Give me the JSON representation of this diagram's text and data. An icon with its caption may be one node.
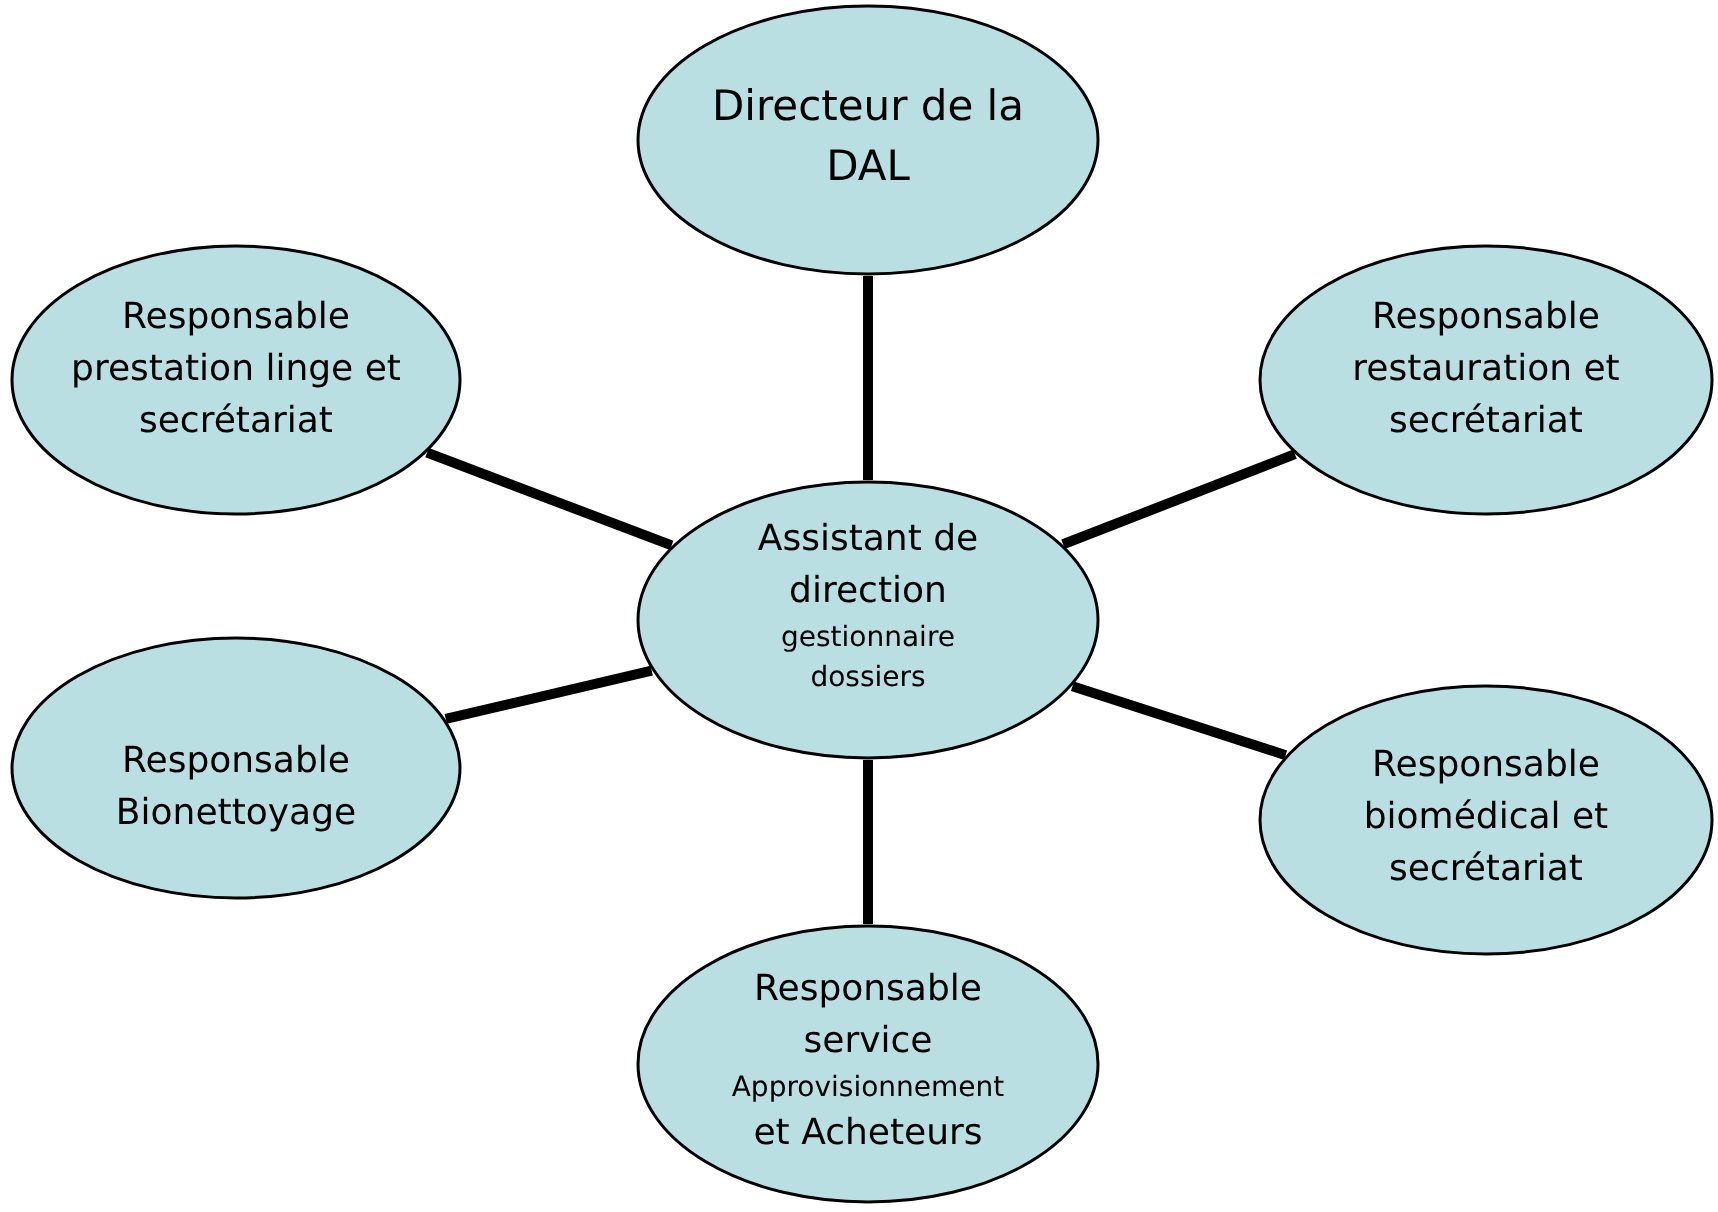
{
  "diagram": {
    "nodes": [
      {
        "text": [
          "Directeur de la DAL"
        ]
      },
      {
        "text": [
          "Responsable prestation linge et secrétariat"
        ]
      },
      {
        "text": [
          "Responsable restauration et secrétariat"
        ]
      },
      {
        "text": [
          "Assistant de direction",
          "gestionnaire dossiers"
        ]
      },
      {
        "text": [
          "Responsable Bionettoyage"
        ]
      },
      {
        "text": [
          "Responsable biomédical et secrétariat"
        ]
      },
      {
        "text": [
          "Responsable service",
          "Approvisionnement",
          "et Acheteurs"
        ]
      }
    ],
    "edges": [
      {
        "from": 3,
        "to": 0,
        "arrow": "none"
      },
      {
        "from": 3,
        "to": 1,
        "arrow": "none"
      },
      {
        "from": 3,
        "to": 2,
        "arrow": "none"
      },
      {
        "from": 3,
        "to": 4,
        "arrow": "none"
      },
      {
        "from": 3,
        "to": 5,
        "arrow": "none"
      },
      {
        "from": 3,
        "to": 6,
        "arrow": "none"
      }
    ]
  }
}
